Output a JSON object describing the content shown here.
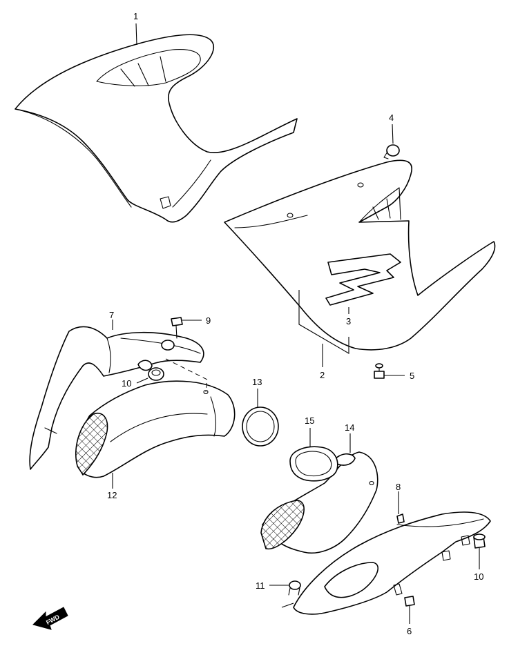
{
  "callouts": {
    "c1": "1",
    "c2": "2",
    "c3": "3",
    "c4": "4",
    "c5": "5",
    "c6": "6",
    "c7": "7",
    "c8": "8",
    "c9": "9",
    "c10a": "10",
    "c10b": "10",
    "c11": "11",
    "c12": "12",
    "c13": "13",
    "c14": "14",
    "c15": "15"
  },
  "fwd_label": "FWD",
  "colors": {
    "line": "#000000",
    "fill": "#ffffff"
  }
}
